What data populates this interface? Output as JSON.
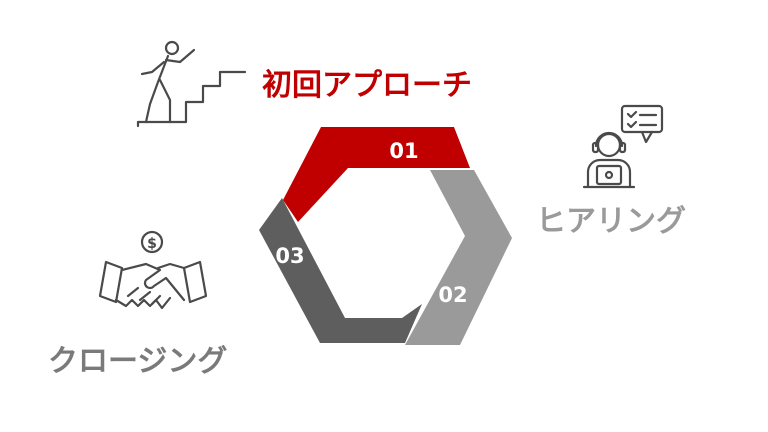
{
  "cycle": {
    "step1": {
      "number": "01",
      "label": "初回アプローチ",
      "icon": "stairs-climbing-person-icon",
      "color": "#c00000"
    },
    "step2": {
      "number": "02",
      "label": "ヒアリング",
      "icon": "headset-operator-laptop-icon",
      "color": "#9a9a9a"
    },
    "step3": {
      "number": "03",
      "label": "クロージング",
      "icon": "handshake-dollar-icon",
      "color": "#5e5e5e"
    }
  }
}
